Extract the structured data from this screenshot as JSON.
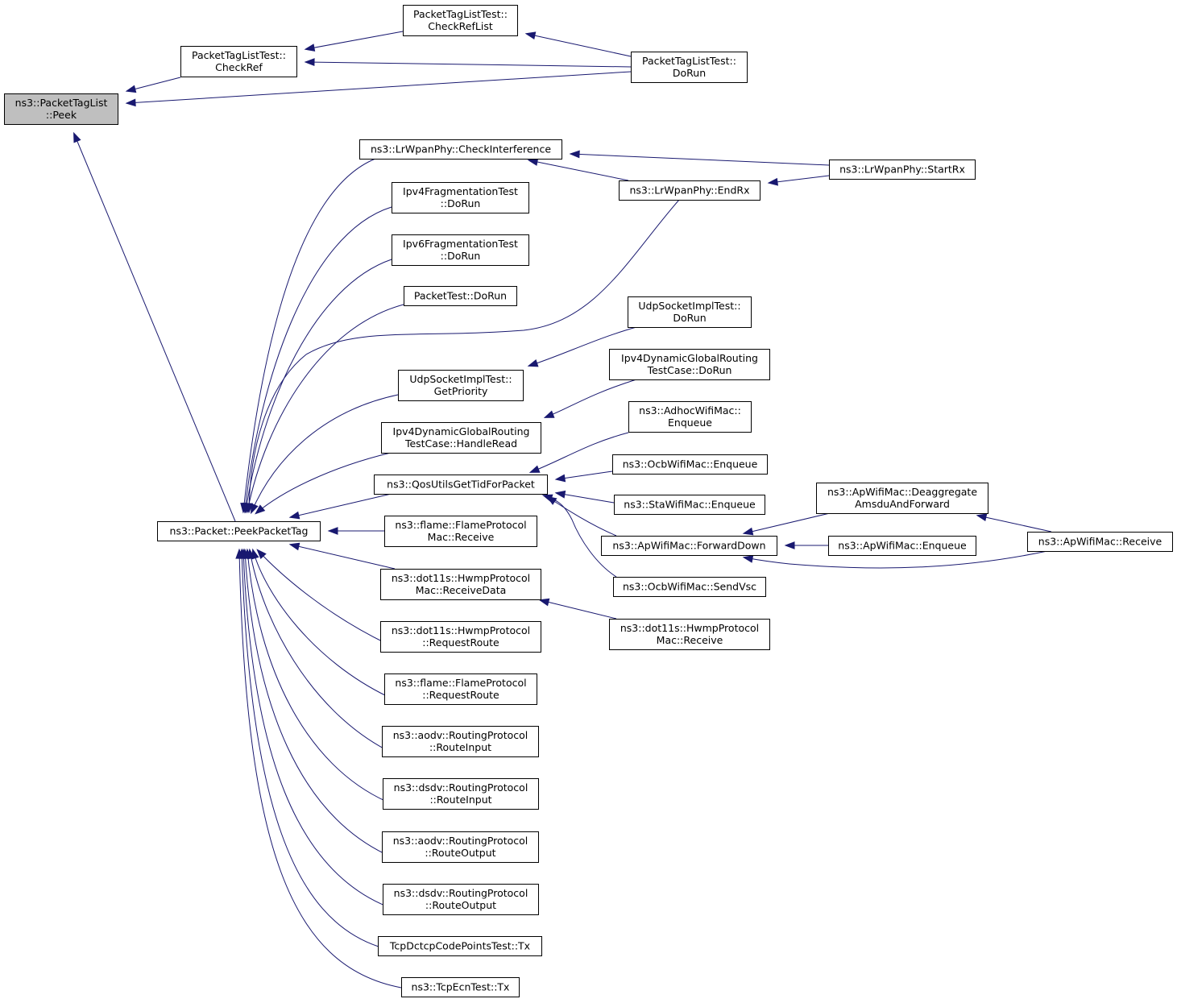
{
  "colors": {
    "edge": "#191970",
    "focus_fill": "#bfbfbf",
    "node_border": "#000000",
    "node_fill": "#ffffff"
  },
  "nodes": [
    {
      "id": "peek",
      "lines": [
        "ns3::PacketTagList",
        "::Peek"
      ],
      "focus": true
    },
    {
      "id": "checkref",
      "lines": [
        "PacketTagListTest::",
        "CheckRef"
      ]
    },
    {
      "id": "checkreflist",
      "lines": [
        "PacketTagListTest::",
        "CheckRefList"
      ]
    },
    {
      "id": "ptl_dorun",
      "lines": [
        "PacketTagListTest::",
        "DoRun"
      ]
    },
    {
      "id": "checkinterference",
      "lines": [
        "ns3::LrWpanPhy::CheckInterference"
      ]
    },
    {
      "id": "startrx",
      "lines": [
        "ns3::LrWpanPhy::StartRx"
      ]
    },
    {
      "id": "endrx",
      "lines": [
        "ns3::LrWpanPhy::EndRx"
      ]
    },
    {
      "id": "ipv4frag",
      "lines": [
        "Ipv4FragmentationTest",
        "::DoRun"
      ]
    },
    {
      "id": "ipv6frag",
      "lines": [
        "Ipv6FragmentationTest",
        "::DoRun"
      ]
    },
    {
      "id": "packettest",
      "lines": [
        "PacketTest::DoRun"
      ]
    },
    {
      "id": "udp_dorun",
      "lines": [
        "UdpSocketImplTest::",
        "DoRun"
      ]
    },
    {
      "id": "udp_prio",
      "lines": [
        "UdpSocketImplTest::",
        "GetPriority"
      ]
    },
    {
      "id": "ipv4dyn_dorun",
      "lines": [
        "Ipv4DynamicGlobalRouting",
        "TestCase::DoRun"
      ]
    },
    {
      "id": "ipv4dyn_read",
      "lines": [
        "Ipv4DynamicGlobalRouting",
        "TestCase::HandleRead"
      ]
    },
    {
      "id": "adhoc_enq",
      "lines": [
        "ns3::AdhocWifiMac::",
        "Enqueue"
      ]
    },
    {
      "id": "qostid",
      "lines": [
        "ns3::QosUtilsGetTidForPacket"
      ]
    },
    {
      "id": "ocb_enq",
      "lines": [
        "ns3::OcbWifiMac::Enqueue"
      ]
    },
    {
      "id": "sta_enq",
      "lines": [
        "ns3::StaWifiMac::Enqueue"
      ]
    },
    {
      "id": "ap_deagg",
      "lines": [
        "ns3::ApWifiMac::Deaggregate",
        "AmsduAndForward"
      ]
    },
    {
      "id": "peekpackettag",
      "lines": [
        "ns3::Packet::PeekPacketTag"
      ]
    },
    {
      "id": "flame_mac_recv",
      "lines": [
        "ns3::flame::FlameProtocol",
        "Mac::Receive"
      ]
    },
    {
      "id": "ap_fwd",
      "lines": [
        "ns3::ApWifiMac::ForwardDown"
      ]
    },
    {
      "id": "ap_enq",
      "lines": [
        "ns3::ApWifiMac::Enqueue"
      ]
    },
    {
      "id": "ap_recv",
      "lines": [
        "ns3::ApWifiMac::Receive"
      ]
    },
    {
      "id": "hwmp_recvdata",
      "lines": [
        "ns3::dot11s::HwmpProtocol",
        "Mac::ReceiveData"
      ]
    },
    {
      "id": "ocb_vsc",
      "lines": [
        "ns3::OcbWifiMac::SendVsc"
      ]
    },
    {
      "id": "hwmp_mac_recv",
      "lines": [
        "ns3::dot11s::HwmpProtocol",
        "Mac::Receive"
      ]
    },
    {
      "id": "hwmp_reqroute",
      "lines": [
        "ns3::dot11s::HwmpProtocol",
        "::RequestRoute"
      ]
    },
    {
      "id": "flame_reqroute",
      "lines": [
        "ns3::flame::FlameProtocol",
        "::RequestRoute"
      ]
    },
    {
      "id": "aodv_in",
      "lines": [
        "ns3::aodv::RoutingProtocol",
        "::RouteInput"
      ]
    },
    {
      "id": "dsdv_in",
      "lines": [
        "ns3::dsdv::RoutingProtocol",
        "::RouteInput"
      ]
    },
    {
      "id": "aodv_out",
      "lines": [
        "ns3::aodv::RoutingProtocol",
        "::RouteOutput"
      ]
    },
    {
      "id": "dsdv_out",
      "lines": [
        "ns3::dsdv::RoutingProtocol",
        "::RouteOutput"
      ]
    },
    {
      "id": "tcpdctcp",
      "lines": [
        "TcpDctcpCodePointsTest::Tx"
      ]
    },
    {
      "id": "tcpecn",
      "lines": [
        "ns3::TcpEcnTest::Tx"
      ]
    }
  ],
  "edges": [
    {
      "from": "checkref",
      "to": "peek"
    },
    {
      "from": "ptl_dorun",
      "to": "peek"
    },
    {
      "from": "peekpackettag",
      "to": "peek"
    },
    {
      "from": "checkreflist",
      "to": "checkref"
    },
    {
      "from": "ptl_dorun",
      "to": "checkref"
    },
    {
      "from": "ptl_dorun",
      "to": "checkreflist"
    },
    {
      "from": "checkinterference",
      "to": "peekpackettag"
    },
    {
      "from": "ipv4frag",
      "to": "peekpackettag"
    },
    {
      "from": "ipv6frag",
      "to": "peekpackettag"
    },
    {
      "from": "packettest",
      "to": "peekpackettag"
    },
    {
      "from": "endrx",
      "to": "peekpackettag"
    },
    {
      "from": "udp_prio",
      "to": "peekpackettag"
    },
    {
      "from": "ipv4dyn_read",
      "to": "peekpackettag"
    },
    {
      "from": "qostid",
      "to": "peekpackettag"
    },
    {
      "from": "flame_mac_recv",
      "to": "peekpackettag"
    },
    {
      "from": "hwmp_recvdata",
      "to": "peekpackettag"
    },
    {
      "from": "hwmp_reqroute",
      "to": "peekpackettag"
    },
    {
      "from": "flame_reqroute",
      "to": "peekpackettag"
    },
    {
      "from": "aodv_in",
      "to": "peekpackettag"
    },
    {
      "from": "dsdv_in",
      "to": "peekpackettag"
    },
    {
      "from": "aodv_out",
      "to": "peekpackettag"
    },
    {
      "from": "dsdv_out",
      "to": "peekpackettag"
    },
    {
      "from": "tcpdctcp",
      "to": "peekpackettag"
    },
    {
      "from": "tcpecn",
      "to": "peekpackettag"
    },
    {
      "from": "startrx",
      "to": "checkinterference"
    },
    {
      "from": "endrx",
      "to": "checkinterference"
    },
    {
      "from": "startrx",
      "to": "endrx"
    },
    {
      "from": "udp_dorun",
      "to": "udp_prio"
    },
    {
      "from": "ipv4dyn_dorun",
      "to": "ipv4dyn_read"
    },
    {
      "from": "adhoc_enq",
      "to": "qostid"
    },
    {
      "from": "ocb_enq",
      "to": "qostid"
    },
    {
      "from": "sta_enq",
      "to": "qostid"
    },
    {
      "from": "ap_fwd",
      "to": "qostid"
    },
    {
      "from": "ocb_vsc",
      "to": "qostid"
    },
    {
      "from": "ap_deagg",
      "to": "ap_fwd"
    },
    {
      "from": "ap_enq",
      "to": "ap_fwd"
    },
    {
      "from": "ap_recv",
      "to": "ap_fwd"
    },
    {
      "from": "ap_recv",
      "to": "ap_deagg"
    },
    {
      "from": "hwmp_mac_recv",
      "to": "hwmp_recvdata"
    }
  ]
}
